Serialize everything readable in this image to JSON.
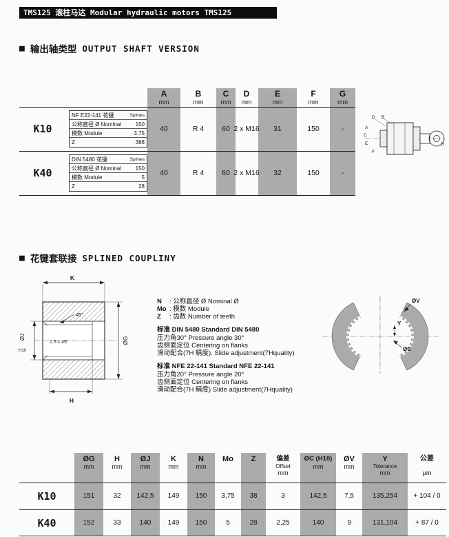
{
  "header": {
    "title": "TMS125 滚柱马达   Modular hydraulic motors TMS125"
  },
  "section_output_shaft": {
    "bullet": "■",
    "heading_cn": "输出轴类型",
    "heading_en": "OUTPUT SHAFT VERSION",
    "columns": [
      {
        "label": "A",
        "unit": "mm"
      },
      {
        "label": "B",
        "unit": "mm"
      },
      {
        "label": "C",
        "unit": "mm"
      },
      {
        "label": "D",
        "unit": "mm"
      },
      {
        "label": "E",
        "unit": "mm"
      },
      {
        "label": "F",
        "unit": "mm"
      },
      {
        "label": "G",
        "unit": "mm"
      }
    ],
    "rows": [
      {
        "name": "K10",
        "spline_standard": "NF E22-141 花键",
        "spline_standard_en": "Splines",
        "nominal_label": "公称直径 Ø Nominal",
        "nominal_value": "150",
        "module_label": "模数 Module",
        "module_value": "3.75",
        "z_label": "Z",
        "z_value": "388",
        "values": [
          "40",
          "R 4",
          "60",
          "2 x M16",
          "31",
          "150",
          "-"
        ]
      },
      {
        "name": "K40",
        "spline_standard": "DIN 5480 花键",
        "spline_standard_en": "Splines",
        "nominal_label": "公称直径 Ø Nominal",
        "nominal_value": "150",
        "module_label": "模数 Module",
        "module_value": "5",
        "z_label": "Z",
        "z_value": "28",
        "values": [
          "40",
          "R 4",
          "60",
          "2 x M16",
          "32",
          "150",
          "-"
        ]
      }
    ],
    "drawing_labels": {
      "d": "D",
      "b": "B",
      "a": "A",
      "e": "E",
      "f": "F",
      "c": "C",
      "g": "G"
    }
  },
  "section_coupling": {
    "bullet": "■",
    "heading_cn": "花键套联接",
    "heading_en": "SPLINED COUPLINY",
    "legend": [
      {
        "key": "N",
        "text": ": 公称直径 Ø Nominal Ø"
      },
      {
        "key": "Mo",
        "text": ": 模数 Module"
      },
      {
        "key": "Z",
        "text": ": 齿数 Number of teeth"
      }
    ],
    "standards": [
      {
        "title": "标准 DIN 5480 Standard DIN 5480",
        "line1": "压力角30°  Pressure angle 30°",
        "line2": "齿侧面定位  Centering on flanks",
        "line3": "滑动配合(7H 精度). Slide adjustment(7Hquality)"
      },
      {
        "title": "标准 NFE 22-141 Standard NFE 22-141",
        "line1": "压力角20°  Pressure angle 20°",
        "line2": "齿侧面定位  Centering on flanks",
        "line3": "滑动配合(7H 精度) Slide adjustment(7Hquality)"
      }
    ],
    "left_drawing": {
      "k": "K",
      "h": "H",
      "oj": "ØJ",
      "h10": "H10",
      "og": "ØG",
      "chamfer": "45°",
      "chamfer2": "1.5 x 45°"
    },
    "right_drawing": {
      "ov": "ØV",
      "y": "Y",
      "oc": "ØC"
    }
  },
  "dim_table": {
    "columns": [
      {
        "label": "ØG",
        "unit": "mm"
      },
      {
        "label": "H",
        "unit": "mm"
      },
      {
        "label": "ØJ",
        "unit": "mm"
      },
      {
        "label": "K",
        "unit": "mm"
      },
      {
        "label": "N",
        "unit": "mm"
      },
      {
        "label": "Mo"
      },
      {
        "label": "Z"
      },
      {
        "label": "偏差",
        "sub": "Offset",
        "unit": "mm"
      },
      {
        "label": "ØC (H10)",
        "unit": "mm"
      },
      {
        "label": "ØV",
        "unit": "mm"
      },
      {
        "label": "Y",
        "sub": "Tolerance",
        "unit": "mm"
      },
      {
        "label": "公差",
        "unit": "μm"
      }
    ],
    "rows": [
      {
        "name": "K10",
        "values": [
          "151",
          "32",
          "142,5",
          "149",
          "150",
          "3,75",
          "38",
          "3",
          "142,5",
          "7,5",
          "135,254",
          "+ 104 / 0"
        ]
      },
      {
        "name": "K40",
        "values": [
          "152",
          "33",
          "140",
          "149",
          "150",
          "5",
          "28",
          "2,25",
          "140",
          "9",
          "131,104",
          "+ 87 / 0"
        ]
      }
    ]
  },
  "colors": {
    "shaded_column": "#a9aca9",
    "title_bar": "#0d0d0d"
  }
}
